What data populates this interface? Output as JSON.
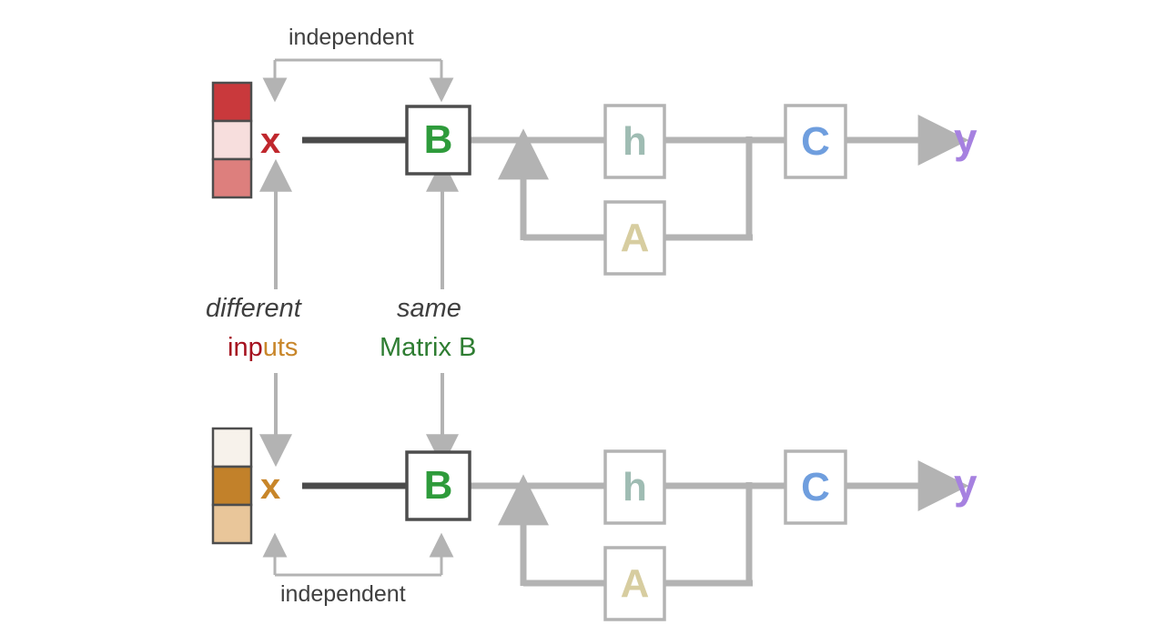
{
  "diagram": {
    "title": "SSM block diagram: different inputs, same Matrix B",
    "colors": {
      "line_light": "#b3b3b3",
      "line_dark": "#3f3f3f",
      "box_border": "#b3b3b3",
      "box_border_dark": "#4d4d4d",
      "B_letter": "#2e9b3b",
      "h_letter": "#9fbcb3",
      "A_letter": "#d7cda0",
      "C_letter": "#6f9ede",
      "y_letter": "#a681e0",
      "x_top": "#c0272d",
      "x_bottom": "#c8862a",
      "text_gray": "#3f3f3f",
      "inputs_red": "#a5111f",
      "inputs_orange": "#c8862a",
      "matrix_green": "#2e7d32"
    },
    "annotations": {
      "independent_top": "independent",
      "independent_bottom": "independent",
      "different": "different",
      "inputs_part1": "inp",
      "inputs_part2": "uts",
      "same": "same",
      "matrix_b": "Matrix B"
    },
    "rows": [
      {
        "id": "top-row",
        "input_label": "x",
        "input_color": "#c0272d",
        "swatches": [
          {
            "name": "swatch-top-1",
            "color": "#c9393c"
          },
          {
            "name": "swatch-top-2",
            "color": "#f7dedd"
          },
          {
            "name": "swatch-top-3",
            "color": "#dd7f7d"
          }
        ],
        "blocks": [
          {
            "name": "block-B",
            "label": "B",
            "color": "#2e9b3b"
          },
          {
            "name": "block-h",
            "label": "h",
            "color": "#9fbcb3"
          },
          {
            "name": "block-A",
            "label": "A",
            "color": "#d7cda0"
          },
          {
            "name": "block-C",
            "label": "C",
            "color": "#6f9ede"
          }
        ],
        "output_label": "y",
        "output_color": "#a681e0"
      },
      {
        "id": "bottom-row",
        "input_label": "x",
        "input_color": "#c8862a",
        "swatches": [
          {
            "name": "swatch-bottom-1",
            "color": "#f7f2eb"
          },
          {
            "name": "swatch-bottom-2",
            "color": "#c2812a"
          },
          {
            "name": "swatch-bottom-3",
            "color": "#e9c69a"
          }
        ],
        "blocks": [
          {
            "name": "block-B",
            "label": "B",
            "color": "#2e9b3b"
          },
          {
            "name": "block-h",
            "label": "h",
            "color": "#9fbcb3"
          },
          {
            "name": "block-A",
            "label": "A",
            "color": "#d7cda0"
          },
          {
            "name": "block-C",
            "label": "C",
            "color": "#6f9ede"
          }
        ],
        "output_label": "y",
        "output_color": "#a681e0"
      }
    ]
  }
}
